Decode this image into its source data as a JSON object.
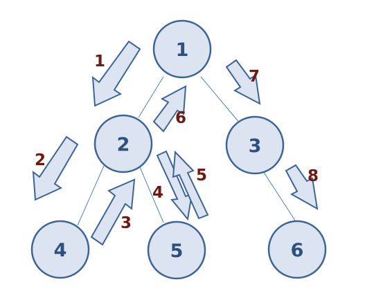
{
  "nodes": [
    {
      "id": "n1",
      "label": "1"
    },
    {
      "id": "n2",
      "label": "2"
    },
    {
      "id": "n3",
      "label": "3"
    },
    {
      "id": "n4",
      "label": "4"
    },
    {
      "id": "n5",
      "label": "5"
    },
    {
      "id": "n6",
      "label": "6"
    }
  ],
  "edges": [
    {
      "from": "1",
      "to": "2"
    },
    {
      "from": "1",
      "to": "3"
    },
    {
      "from": "2",
      "to": "4"
    },
    {
      "from": "2",
      "to": "5"
    },
    {
      "from": "3",
      "to": "6"
    }
  ],
  "steps": [
    {
      "label": "1",
      "from": "1",
      "to": "2"
    },
    {
      "label": "2",
      "from": "2",
      "to": "4"
    },
    {
      "label": "3",
      "from": "4",
      "to": "2"
    },
    {
      "label": "4",
      "from": "2",
      "to": "5"
    },
    {
      "label": "5",
      "from": "5",
      "to": "2"
    },
    {
      "label": "6",
      "from": "2",
      "to": "1"
    },
    {
      "label": "7",
      "from": "1",
      "to": "3"
    },
    {
      "label": "8",
      "from": "3",
      "to": "6"
    }
  ],
  "colors": {
    "node_fill": "#dbe4f0",
    "node_stroke": "#3c6497",
    "node_text": "#2f4f7f",
    "edge": "#4f81bd",
    "step_text": "#6e1a10"
  }
}
